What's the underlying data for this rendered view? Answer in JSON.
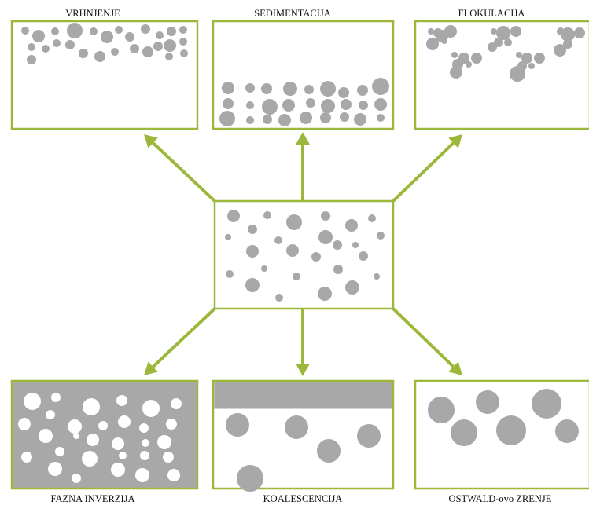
{
  "diagram": {
    "center_state": "stable-emulsion",
    "processes": {
      "top_left": {
        "label": "VRHNJENJE"
      },
      "top_center": {
        "label": "SEDIMENTACIJA"
      },
      "top_right": {
        "label": "FLOKULACIJA"
      },
      "bottom_left": {
        "label": "FAZNA INVERZIJA"
      },
      "bottom_center": {
        "label": "KOALESCENCIJA"
      },
      "bottom_right": {
        "label": "OSTWALD-ovo ZRENJE"
      }
    },
    "colors": {
      "frame": "#9cb83a",
      "arrow": "#9cb83a",
      "droplet": "#a8a8a8",
      "inverted_background": "#a8a8a8",
      "inverted_droplet": "#ffffff"
    }
  }
}
